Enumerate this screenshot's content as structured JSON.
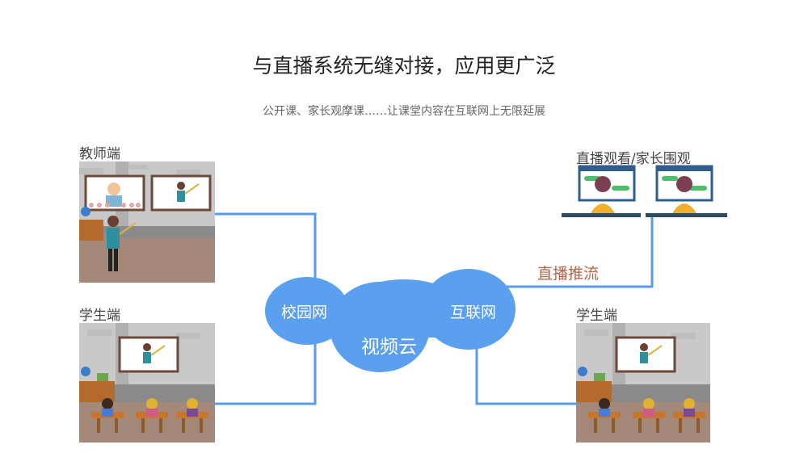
{
  "header": {
    "title": "与直播系统无缝对接，应用更广泛",
    "subtitle": "公开课、家长观摩课……让课堂内容在互联网上无限延展"
  },
  "panels": {
    "teacher": "教师端",
    "student_left": "学生端",
    "student_right": "学生端",
    "viewers": "直播观看/家长围观"
  },
  "cloud": {
    "campus": "校园网",
    "center": "视频云",
    "internet": "互联网"
  },
  "stream_label": "直播推流",
  "colors": {
    "line": "#5a9be8",
    "cloud": "#5aa0ef",
    "stream_text": "#b5664b"
  }
}
